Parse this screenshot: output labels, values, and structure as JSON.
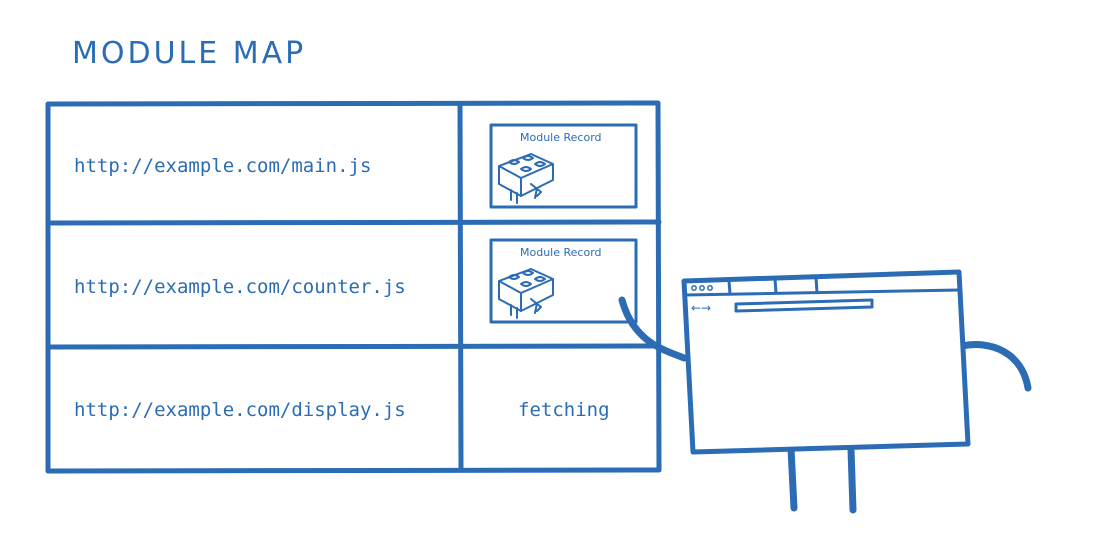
{
  "diagram": {
    "title": "MODULE MAP",
    "colors": {
      "ink": "#2b6cb5",
      "background": "#ffffff"
    },
    "rows": [
      {
        "url": "http://example.com/main.js",
        "status": "",
        "record_label": "Module Record",
        "icon": "lego-brick-icon"
      },
      {
        "url": "http://example.com/counter.js",
        "status": "",
        "record_label": "Module Record",
        "icon": "lego-brick-icon"
      },
      {
        "url": "http://example.com/display.js",
        "status": "fetching",
        "record_label": "",
        "icon": ""
      }
    ],
    "browser_character": {
      "icon": "browser-window-icon",
      "nav_arrows": "←→"
    }
  }
}
